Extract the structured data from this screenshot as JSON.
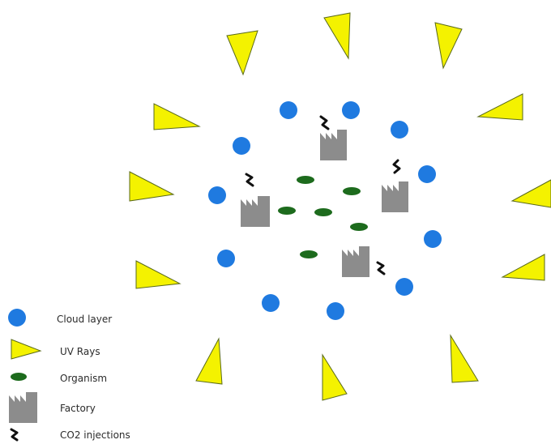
{
  "colors": {
    "background": "#ffffff",
    "cloud": "#1f7ae0",
    "uv_ray_fill": "#f4f200",
    "uv_ray_stroke": "#5a6a1a",
    "organism": "#1d6b1d",
    "factory": "#8c8c8c",
    "emission": "#111111"
  },
  "icons": {
    "cloud": "blue-circle",
    "uv_ray": "yellow-triangle",
    "organism": "green-ellipse",
    "factory": "factory-silhouette",
    "emission": "black-squiggle"
  },
  "legend": {
    "cloud_label": "Cloud layer",
    "uv_label": "UV Rays",
    "organism_label": "Organism",
    "factory_label": "Factory",
    "emission_label": "CO2 injections"
  }
}
